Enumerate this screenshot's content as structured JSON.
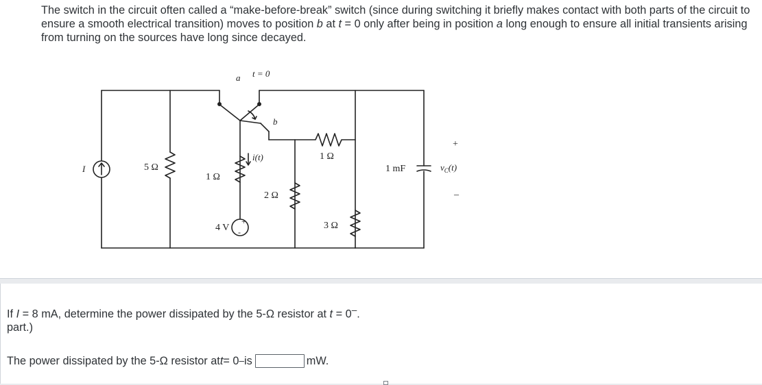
{
  "problem": {
    "intro_1": "The switch in the circuit often called a “make-before-break” switch (since during switching it briefly makes contact with both parts of the circuit to ensure a smooth electrical transition) moves to position ",
    "pos_b": "b",
    "intro_2": " at ",
    "t_var": "t",
    "intro_3": " = 0 only after being in position ",
    "pos_a": "a",
    "intro_4": " long enough to ensure all initial transients arising from turning on the sources have long since decayed."
  },
  "circuit": {
    "label_a": "a",
    "label_t0": "t = 0",
    "label_b": "b",
    "label_I": "I",
    "label_5ohm": "5 Ω",
    "label_1ohm_left": "1 Ω",
    "label_it": "i(t)",
    "label_2ohm": "2 Ω",
    "label_4v": "4 V",
    "label_1ohm_top": "1 Ω",
    "label_3ohm": "3 Ω",
    "label_1mf": "1 mF",
    "label_plus": "+",
    "label_vc": "v",
    "label_vc_sub": "C",
    "label_vc_arg": "(t)",
    "label_minus": "–"
  },
  "question": {
    "q_1": "If ",
    "q_I": "I",
    "q_2": " = 8 mA, determine the power dissipated by the 5-Ω resistor at ",
    "q_t": "t",
    "q_3": " = 0",
    "q_sup": "–",
    "q_4": ".",
    "q_line2": "part.)"
  },
  "answer": {
    "prefix": "The power dissipated by the 5-Ω resistor at ",
    "t": "t",
    "eq": " = 0",
    "sup": "–",
    "is": " is",
    "value": "",
    "unit": "mW."
  }
}
